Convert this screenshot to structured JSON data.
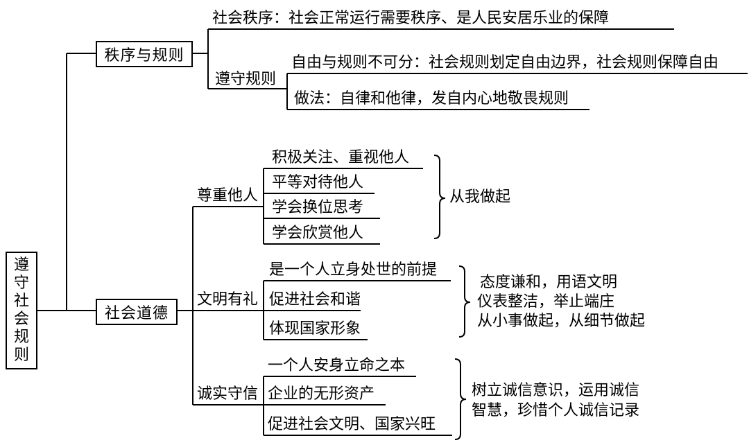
{
  "root": {
    "label": "遵守社会规则",
    "chars": [
      "遵",
      "守",
      "社",
      "会",
      "规",
      "则"
    ]
  },
  "branch_order": {
    "label": "秩序与规则",
    "social_order": "社会秩序：社会正常运行需要秩序、是人民安居乐业的保障",
    "obey_rules": {
      "label": "遵守规则",
      "items": [
        "自由与规则不可分：社会规则划定自由边界，社会规则保障自由",
        "做法：自律和他律，发自内心地敬畏规则"
      ]
    }
  },
  "branch_morality": {
    "label": "社会道德",
    "respect": {
      "label": "尊重他人",
      "items": [
        "积极关注、重视他人",
        "平等对待他人",
        "学会换位思考",
        "学会欣赏他人"
      ],
      "summary": "从我做起"
    },
    "civility": {
      "label": "文明有礼",
      "items": [
        "是一个人立身处世的前提",
        "促进社会和谐",
        "体现国家形象"
      ],
      "summary": [
        "态度谦和，用语文明",
        "仪表整洁，举止端庄",
        "从小事做起，从细节做起"
      ]
    },
    "honesty": {
      "label": "诚实守信",
      "items": [
        "一个人安身立命之本",
        "企业的无形资产",
        "促进社会文明、国家兴旺"
      ],
      "summary": [
        "树立诚信意识，运用诚信",
        "智慧，珍惜个人诚信记录"
      ]
    }
  }
}
